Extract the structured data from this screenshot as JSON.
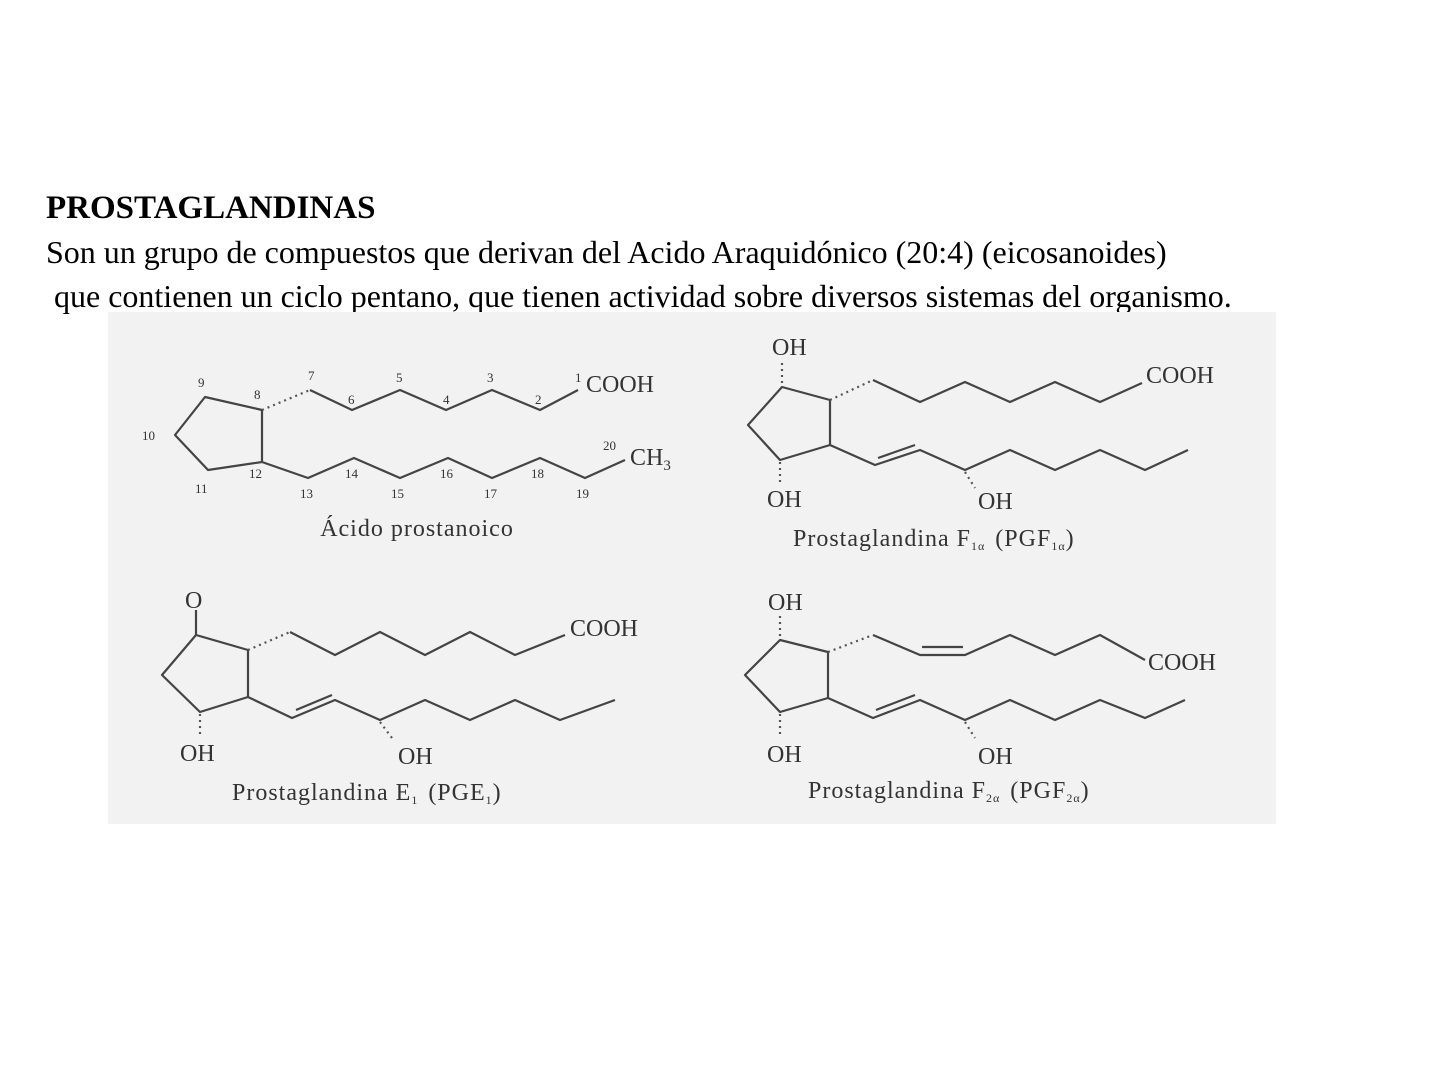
{
  "heading": "PROSTAGLANDINAS",
  "paragraph": {
    "line1": "Son un grupo de compuestos que derivan del Acido Araquidónico (20:4) (eicosanoides)",
    "line2": "que contienen un ciclo pentano, que tienen actividad sobre diversos sistemas del organismo."
  },
  "figure": {
    "background": "#f2f2f2",
    "structures": [
      {
        "caption": "Ácido prostanoico",
        "carbon_numbers": [
          "1",
          "2",
          "3",
          "4",
          "5",
          "6",
          "7",
          "8",
          "9",
          "10",
          "11",
          "12",
          "13",
          "14",
          "15",
          "16",
          "17",
          "18",
          "19",
          "20"
        ],
        "groups": [
          "COOH",
          "CH",
          "3"
        ]
      },
      {
        "caption_main": "Prostaglandina F",
        "caption_sub": "1α",
        "caption_paren": "(PGF",
        "caption_paren_sub": "1α",
        "caption_close": ")",
        "groups": [
          "OH",
          "COOH",
          "OH",
          "OH"
        ]
      },
      {
        "caption_main": "Prostaglandina E",
        "caption_sub": "1",
        "caption_paren": "(PGE",
        "caption_paren_sub": "1",
        "caption_close": ")",
        "groups": [
          "O",
          "COOH",
          "OH",
          "OH"
        ]
      },
      {
        "caption_main": "Prostaglandina F",
        "caption_sub": "2α",
        "caption_paren": "(PGF",
        "caption_paren_sub": "2α",
        "caption_close": ")",
        "groups": [
          "OH",
          "COOH",
          "OH",
          "OH"
        ]
      }
    ]
  }
}
